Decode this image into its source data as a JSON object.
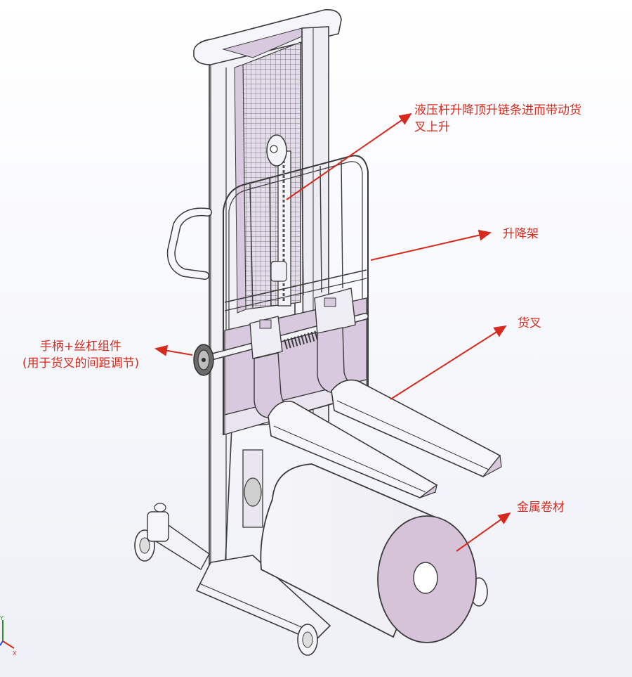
{
  "callouts": {
    "chain": {
      "line1": "液压杆升降顶升链条进而带动货",
      "line2": "叉上升"
    },
    "carriage": {
      "text": "升降架"
    },
    "fork": {
      "text": "货叉"
    },
    "handle": {
      "line1": "手柄+丝杠组件",
      "line2": "(用于货叉的间距调节)"
    },
    "coil": {
      "text": "金属卷材"
    }
  },
  "axis_triad": {
    "y": "Y",
    "x": "X"
  },
  "colors": {
    "accent": "#d62a1e",
    "frame_fill": "#e6e0ee",
    "panel_fill": "#d8c9de",
    "line": "#3a3a3a",
    "coil_face": "#d6c3d8"
  }
}
